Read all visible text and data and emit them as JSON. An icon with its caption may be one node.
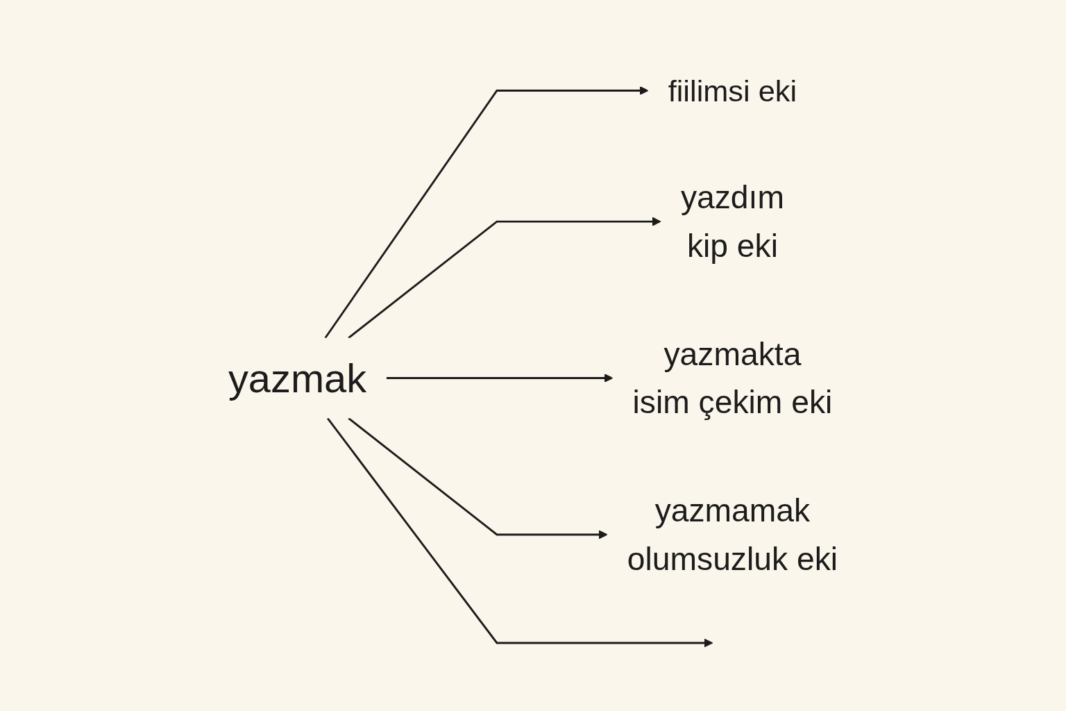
{
  "diagram": {
    "nodes": [
      {
        "text": [
          "yazmak"
        ]
      },
      {
        "text": [
          "fiilimsi eki"
        ]
      },
      {
        "text": [
          "yazdım",
          "kip eki"
        ]
      },
      {
        "text": [
          "yazmakta",
          "isim çekim eki"
        ]
      },
      {
        "text": [
          "yazmamak",
          "olumsuzluk eki"
        ]
      }
    ],
    "edges": [
      {
        "from": 0,
        "to": 1,
        "arrow": "to"
      },
      {
        "from": 0,
        "to": 2,
        "arrow": "to"
      },
      {
        "from": 0,
        "to": 3,
        "arrow": "to"
      },
      {
        "from": 0,
        "to": 4,
        "arrow": "to"
      },
      {
        "from": 0,
        "to": null,
        "arrow": "to"
      }
    ]
  }
}
